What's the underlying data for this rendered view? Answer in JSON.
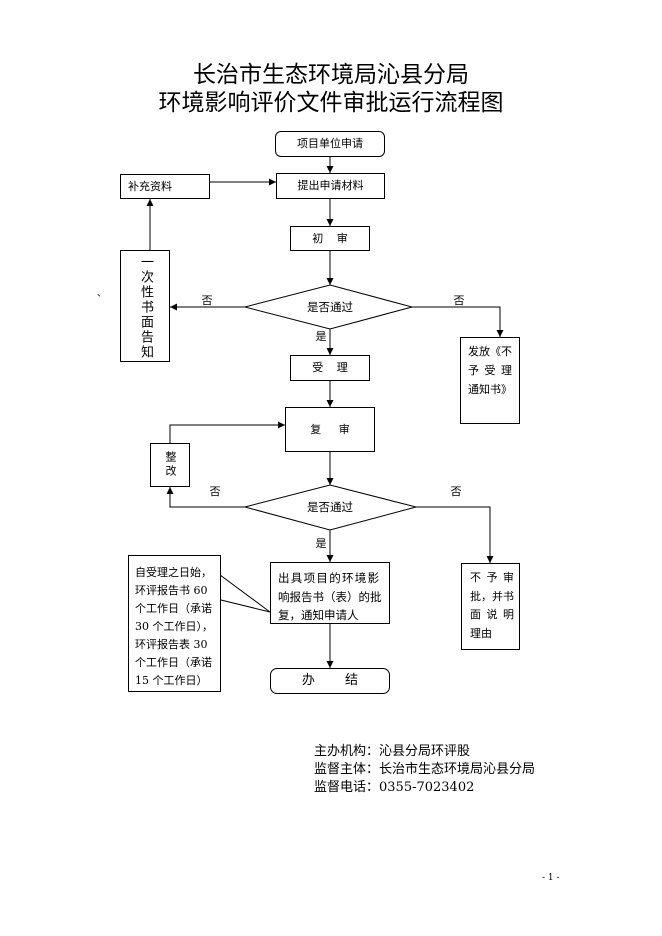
{
  "document": {
    "title_line1": "长治市生态环境局沁县分局",
    "title_line2": "环境影响评价文件审批运行流程图",
    "stray_mark": "、",
    "page_number": "- 1 -"
  },
  "flow": {
    "apply": "项目单位申请",
    "submit": "提出申请材料",
    "supplement": "补充资料",
    "first_review": "初 审",
    "decision1": {
      "label": "是否通过",
      "no_left": "否",
      "no_right": "否",
      "yes": "是"
    },
    "notify_once": "一次性书面告知",
    "reject_notice": [
      "发放《不",
      "予 受 理",
      "通知书》"
    ],
    "accept": "受 理",
    "second_review": "复 审",
    "rectify": "整改",
    "decision2": {
      "label": "是否通过",
      "no_left": "否",
      "no_right": "否",
      "yes": "是"
    },
    "deny": [
      "不 予 审",
      "批，并书",
      "面 说 明",
      "理由"
    ],
    "approval": [
      "出具项目的环境影",
      "响报告书（表）的批",
      "复，通知申请人"
    ],
    "complete": "办 结",
    "time_limit_note": [
      "自受理之日始，",
      "环评报告书 60",
      "个工作日（承诺",
      "30 个工作日），",
      "环评报告表 30",
      "个工作日（承诺",
      "15 个工作日）"
    ]
  },
  "footer": {
    "organizer": "主办机构：沁县分局环评股",
    "supervisor": "监督主体：长治市生态环境局沁县分局",
    "phone": "监督电话：0355-7023402"
  }
}
